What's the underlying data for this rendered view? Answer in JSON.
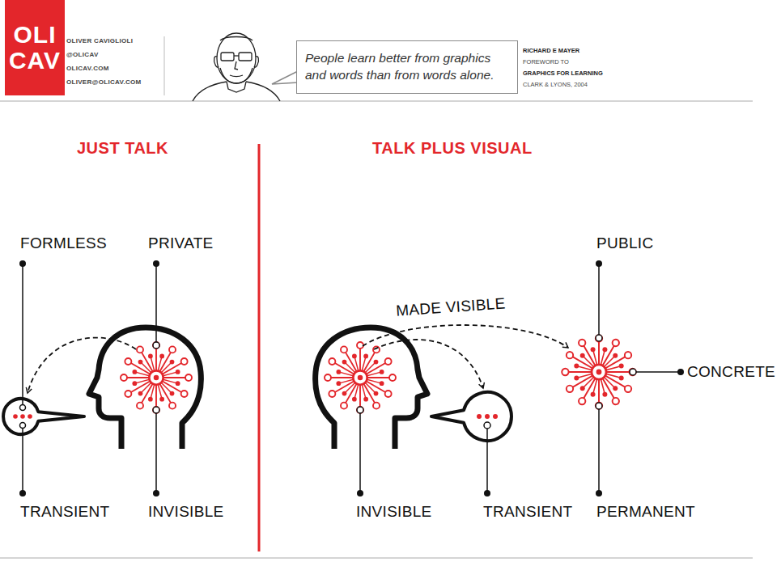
{
  "diagram": {
    "nodes": [
      {
        "text": [
          "OLI CAV"
        ]
      },
      {
        "text": [
          "People learn better from graphics and words than from words alone."
        ]
      }
    ],
    "labels": [
      "OLIVER CAVIGLIOLI",
      "@OLICAV",
      "OLICAV.COM",
      "OLIVER@OLICAV.COM",
      "RICHARD E MAYER",
      "FOREWORD TO",
      "GRAPHICS FOR LEARNING",
      "CLARK & LYONS, 2004",
      "JUST TALK",
      "TALK PLUS VISUAL",
      "FORMLESS",
      "PRIVATE",
      "TRANSIENT",
      "INVISIBLE",
      "MADE VISIBLE",
      "PUBLIC",
      "CONCRETE",
      "INVISIBLE",
      "TRANSIENT",
      "PERMANENT"
    ]
  }
}
